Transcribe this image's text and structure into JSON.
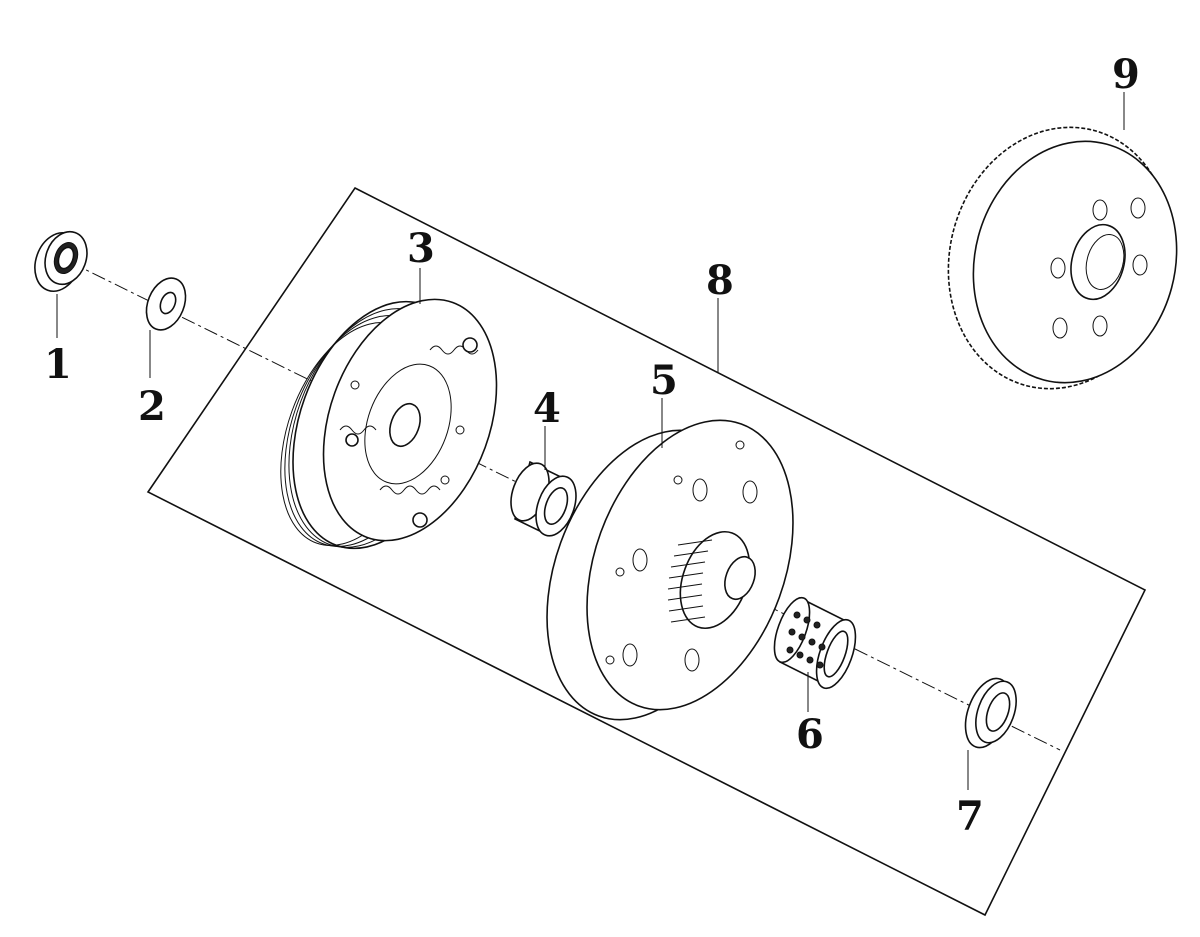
{
  "diagram": {
    "type": "exploded-parts-diagram",
    "callouts": [
      {
        "id": "1",
        "label": "1"
      },
      {
        "id": "2",
        "label": "2"
      },
      {
        "id": "3",
        "label": "3"
      },
      {
        "id": "4",
        "label": "4"
      },
      {
        "id": "5",
        "label": "5"
      },
      {
        "id": "6",
        "label": "6"
      },
      {
        "id": "7",
        "label": "7"
      },
      {
        "id": "8",
        "label": "8"
      },
      {
        "id": "9",
        "label": "9"
      }
    ],
    "line_color": "#111111",
    "background": "#ffffff"
  }
}
